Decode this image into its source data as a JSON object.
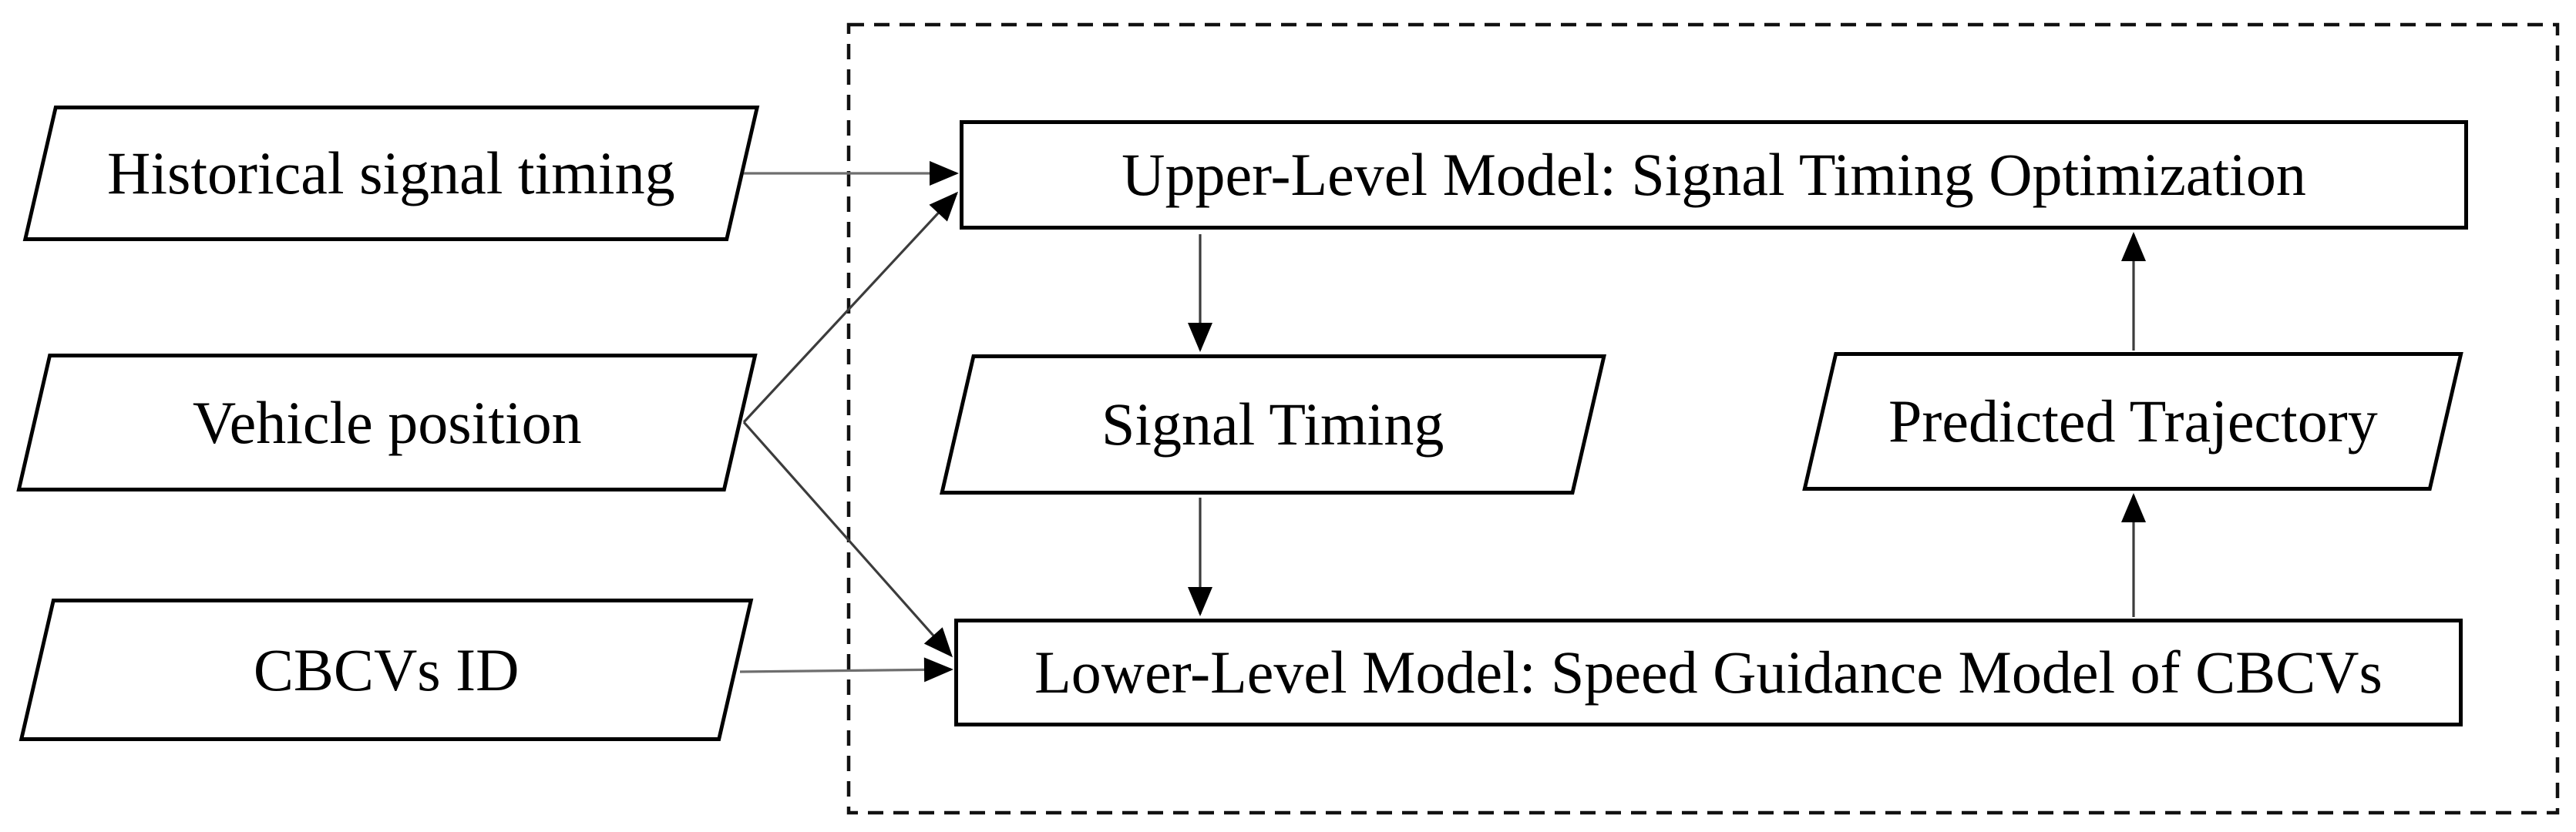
{
  "figure": {
    "type": "flowchart",
    "background": "#ffffff",
    "colors": {
      "box_border": "#000000",
      "text": "#000000",
      "connector": "#3c3c3c",
      "connector_light": "#6e6e6e",
      "arrowhead": "#000000",
      "boundary_dash": "#111111"
    },
    "inputs": [
      {
        "id": "historical-signal-timing",
        "label": "Historical signal timing",
        "shape": "parallelogram"
      },
      {
        "id": "vehicle-position",
        "label": "Vehicle position",
        "shape": "parallelogram"
      },
      {
        "id": "cbcvs-id",
        "label": "CBCVs ID",
        "shape": "parallelogram"
      }
    ],
    "nodes": {
      "upper_model": {
        "label": "Upper-Level Model: Signal Timing Optimization",
        "shape": "rectangle"
      },
      "signal_timing": {
        "label": "Signal Timing",
        "shape": "parallelogram"
      },
      "predicted_trajectory": {
        "label": "Predicted Trajectory",
        "shape": "parallelogram"
      },
      "lower_model": {
        "label": "Lower-Level Model: Speed Guidance Model of CBCVs",
        "shape": "rectangle"
      }
    },
    "edges": [
      {
        "from": "historical-signal-timing",
        "to": "upper_model"
      },
      {
        "from": "vehicle-position",
        "to": "upper_model"
      },
      {
        "from": "vehicle-position",
        "to": "lower_model"
      },
      {
        "from": "cbcvs-id",
        "to": "lower_model"
      },
      {
        "from": "upper_model",
        "to": "signal_timing"
      },
      {
        "from": "signal_timing",
        "to": "lower_model"
      },
      {
        "from": "lower_model",
        "to": "predicted_trajectory"
      },
      {
        "from": "predicted_trajectory",
        "to": "upper_model"
      }
    ]
  }
}
